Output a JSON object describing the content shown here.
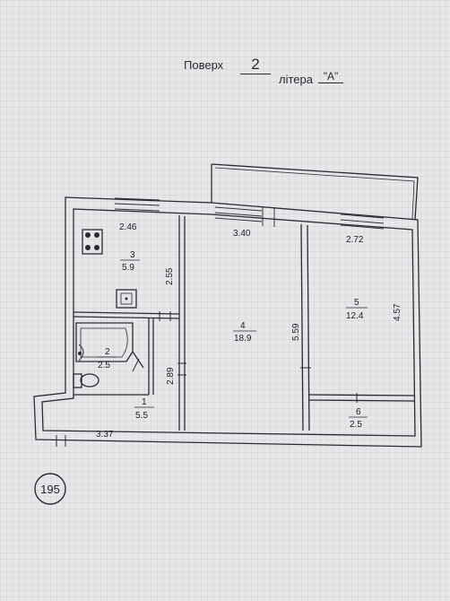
{
  "header": {
    "floor_label": "Поверх",
    "floor_value": "2",
    "letter_label": "літера",
    "letter_value": "\"А\""
  },
  "plan_number": "195",
  "rooms": [
    {
      "number": "1",
      "area": "5.5"
    },
    {
      "number": "2",
      "area": "2.5"
    },
    {
      "number": "3",
      "area": "5.9"
    },
    {
      "number": "4",
      "area": "18.9"
    },
    {
      "number": "5",
      "area": "12.4"
    },
    {
      "number": "6",
      "area": "2.5"
    }
  ],
  "dimensions": {
    "kitchen_width": "2.46",
    "kitchen_length": "2.55",
    "room4_width": "3.40",
    "room4_length": "5.59",
    "room5_width": "2.72",
    "room5_length": "4.57",
    "hall_width": "3.37",
    "hall_length": "2.89"
  },
  "colors": {
    "line": "#2a2a32",
    "paper": "#e8e6e9"
  }
}
